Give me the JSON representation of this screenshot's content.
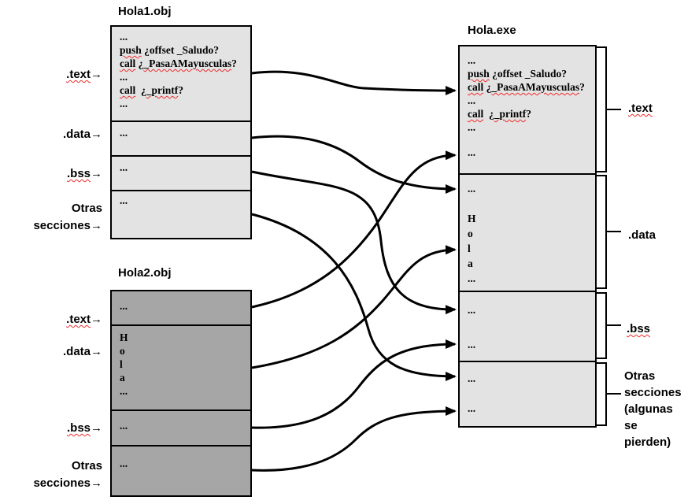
{
  "colors": {
    "box_light": "#e3e3e3",
    "box_dark": "#a6a6a6",
    "border": "#000000",
    "arrow": "#000000",
    "squiggle": "#ef2c2c"
  },
  "hola1": {
    "title": "Hola1.obj",
    "text_code": [
      [
        {
          "t": "..."
        }
      ],
      [
        {
          "t": "push",
          "w": true
        },
        {
          "t": " ¿offset _Saludo?"
        }
      ],
      [
        {
          "t": "call",
          "w": true
        },
        {
          "t": " ¿"
        },
        {
          "t": "_PasaAMayusculas",
          "w": true
        },
        {
          "t": "?"
        }
      ],
      [
        {
          "t": "..."
        }
      ],
      [
        {
          "t": "call",
          "w": true
        },
        {
          "t": "  ¿"
        },
        {
          "t": "_printf",
          "w": true
        },
        {
          "t": "?"
        }
      ],
      [
        {
          "t": "..."
        }
      ]
    ],
    "data_text": "...",
    "bss_text": "...",
    "otras_text": "..."
  },
  "hola2": {
    "title": "Hola2.obj",
    "text_text": "...",
    "data_text": "H\no\nl\na\n...",
    "bss_text": "...",
    "otras_text": "..."
  },
  "exe": {
    "title": "Hola.exe",
    "text_code": [
      [
        {
          "t": "..."
        }
      ],
      [
        {
          "t": "push",
          "w": true
        },
        {
          "t": " ¿offset _Saludo?"
        }
      ],
      [
        {
          "t": "call",
          "w": true
        },
        {
          "t": " ¿"
        },
        {
          "t": "_PasaAMayusculas",
          "w": true
        },
        {
          "t": "?"
        }
      ],
      [
        {
          "t": "..."
        }
      ],
      [
        {
          "t": "call",
          "w": true
        },
        {
          "t": "  ¿"
        },
        {
          "t": "_printf",
          "w": true
        },
        {
          "t": "?"
        }
      ],
      [
        {
          "t": "..."
        }
      ]
    ],
    "text_extra": "...",
    "data_text": "...\n\nH\no\nl\na\n...",
    "bss_text1": "...",
    "bss_text2": "...",
    "otras_text1": "...",
    "otras_text2": "..."
  },
  "left_labels": [
    {
      "text": ".text",
      "arrow": "→"
    },
    {
      "text": ".data",
      "arrow": "→"
    },
    {
      "text": ".bss",
      "arrow": "→"
    },
    {
      "text": "Otras\nsecciones",
      "arrow": "→"
    },
    {
      "text": ".text",
      "arrow": "→"
    },
    {
      "text": ".data",
      "arrow": "→"
    },
    {
      "text": ".bss",
      "arrow": "→"
    },
    {
      "text": "Otras\nsecciones",
      "arrow": "→"
    }
  ],
  "right_labels": {
    "text": ".text",
    "data": ".data",
    "bss": ".bss",
    "otras": "Otras\nsecciones\n(algunas\n se\npierden)"
  }
}
